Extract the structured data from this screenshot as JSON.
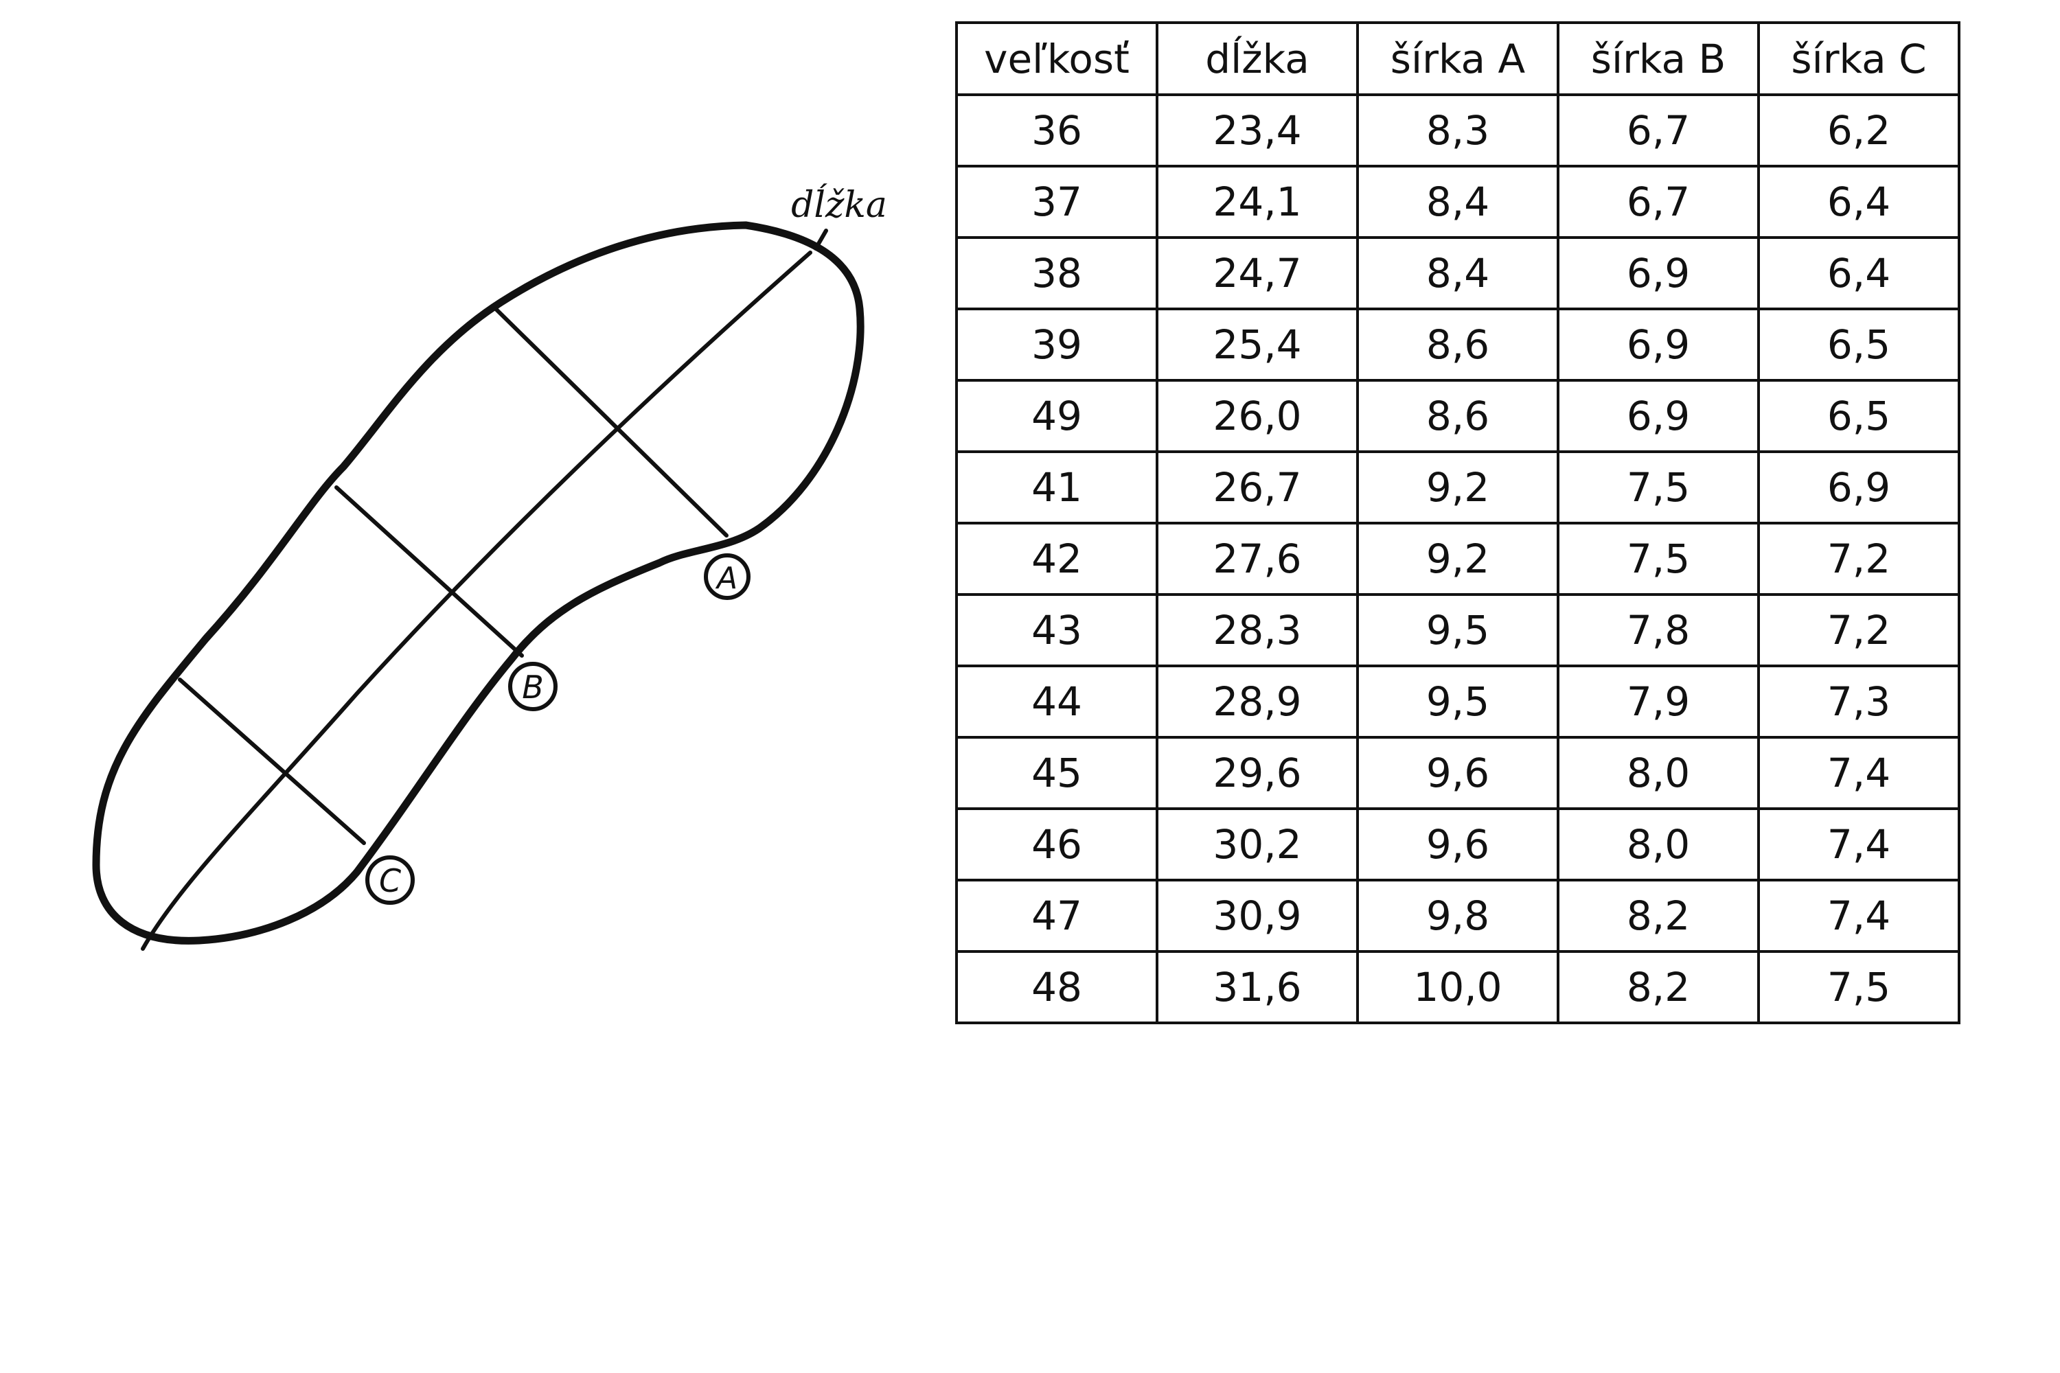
{
  "diagram": {
    "length_label": "dĺžka",
    "marker_a": "A",
    "marker_b": "B",
    "marker_c": "C"
  },
  "table": {
    "headers": [
      "veľkosť",
      "dĺžka",
      "šírka A",
      "šírka B",
      "šírka C"
    ],
    "rows": [
      [
        "36",
        "23,4",
        "8,3",
        "6,7",
        "6,2"
      ],
      [
        "37",
        "24,1",
        "8,4",
        "6,7",
        "6,4"
      ],
      [
        "38",
        "24,7",
        "8,4",
        "6,9",
        "6,4"
      ],
      [
        "39",
        "25,4",
        "8,6",
        "6,9",
        "6,5"
      ],
      [
        "49",
        "26,0",
        "8,6",
        "6,9",
        "6,5"
      ],
      [
        "41",
        "26,7",
        "9,2",
        "7,5",
        "6,9"
      ],
      [
        "42",
        "27,6",
        "9,2",
        "7,5",
        "7,2"
      ],
      [
        "43",
        "28,3",
        "9,5",
        "7,8",
        "7,2"
      ],
      [
        "44",
        "28,9",
        "9,5",
        "7,9",
        "7,3"
      ],
      [
        "45",
        "29,6",
        "9,6",
        "8,0",
        "7,4"
      ],
      [
        "46",
        "30,2",
        "9,6",
        "8,0",
        "7,4"
      ],
      [
        "47",
        "30,9",
        "9,8",
        "8,2",
        "7,4"
      ],
      [
        "48",
        "31,6",
        "10,0",
        "8,2",
        "7,5"
      ]
    ]
  }
}
